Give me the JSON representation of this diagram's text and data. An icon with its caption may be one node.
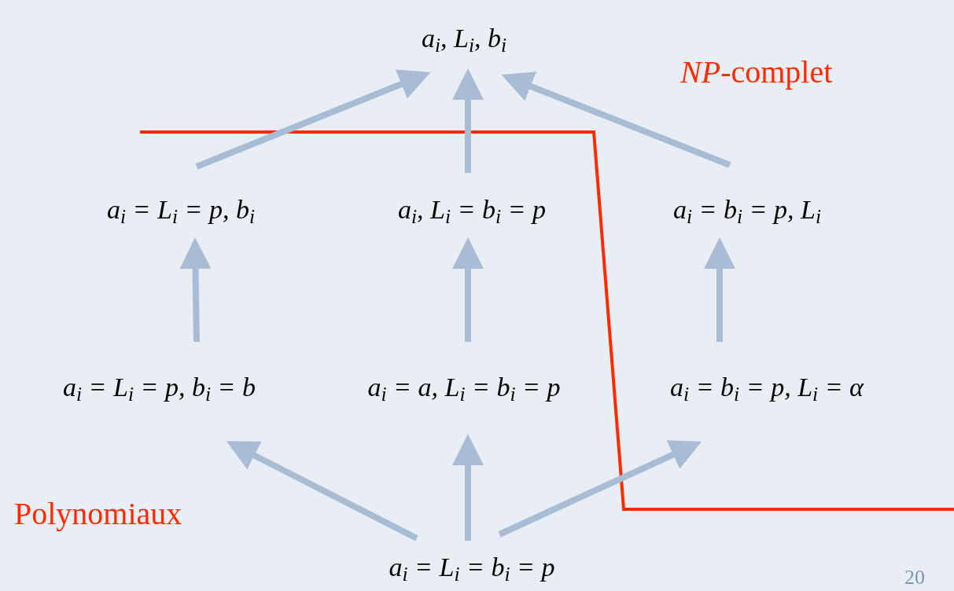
{
  "diagram": {
    "nodes": [
      {
        "text": [
          "a$_{i}$, L$_{i}$, b$_{i}$"
        ]
      },
      {
        "text": [
          "a$_{i}$ = L$_{i}$ = p, b$_{i}$"
        ]
      },
      {
        "text": [
          "a$_{i}$, L$_{i}$ = b$_{i}$ = p"
        ]
      },
      {
        "text": [
          "a$_{i}$ = b$_{i}$ = p, L$_{i}$"
        ]
      },
      {
        "text": [
          "a$_{i}$ = L$_{i}$ = p, b$_{i}$ = b"
        ]
      },
      {
        "text": [
          "a$_{i}$ = a, L$_{i}$ = b$_{i}$ = p"
        ]
      },
      {
        "text": [
          "a$_{i}$ = b$_{i}$ = p, L$_{i}$ = α"
        ]
      },
      {
        "text": [
          "a$_{i}$ = L$_{i}$ = b$_{i}$ = p"
        ]
      }
    ],
    "edges": [
      {
        "from": 1,
        "to": 0,
        "arrow": "to"
      },
      {
        "from": 2,
        "to": 0,
        "arrow": "to"
      },
      {
        "from": 3,
        "to": 0,
        "arrow": "to"
      },
      {
        "from": 4,
        "to": 1,
        "arrow": "to"
      },
      {
        "from": 5,
        "to": 2,
        "arrow": "to"
      },
      {
        "from": 6,
        "to": 3,
        "arrow": "to"
      },
      {
        "from": 7,
        "to": 4,
        "arrow": "to"
      },
      {
        "from": 7,
        "to": 5,
        "arrow": "to"
      },
      {
        "from": 7,
        "to": 6,
        "arrow": "to"
      }
    ],
    "labels": [
      "*NP*-complet",
      "Polynomiaux",
      "20"
    ]
  }
}
